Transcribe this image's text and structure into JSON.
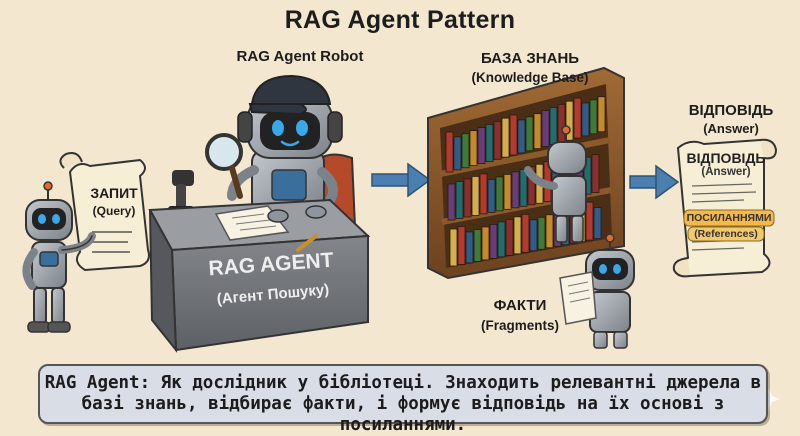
{
  "title": "RAG Agent Pattern",
  "robot_label": "RAG Agent Robot",
  "query": {
    "label": "ЗАПИТ",
    "sub": "(Query)"
  },
  "desk": {
    "label": "RAG AGENT",
    "sub": "(Агент Пошуку)"
  },
  "knowledge_base": {
    "label": "БАЗА ЗНАНЬ",
    "sub": "(Knowledge Base)"
  },
  "facts": {
    "label": "ФАКТИ",
    "sub": "(Fragments)"
  },
  "answer_heading": {
    "label": "ВІДПОВІДЬ",
    "sub": "(Answer)"
  },
  "answer_scroll": {
    "label": "ВІДПОВІДЬ",
    "sub": "(Answer)",
    "ref_label": "ПОСИЛАННЯМИ",
    "ref_sub": "(References)"
  },
  "caption": "RAG Agent: Як дослідник у бібліотеці. Знаходить релевантні джерела в базі знань, відбирає факти, і формує відповідь на їх основі з посиланнями.",
  "colors": {
    "background": "#f4e7cf",
    "arrow": "#4a7fb0",
    "robot_metal": "#9aa0a8",
    "robot_eye": "#39a7e8",
    "shelf_wood": "#8b5a2b",
    "desk": "#6f7378"
  }
}
